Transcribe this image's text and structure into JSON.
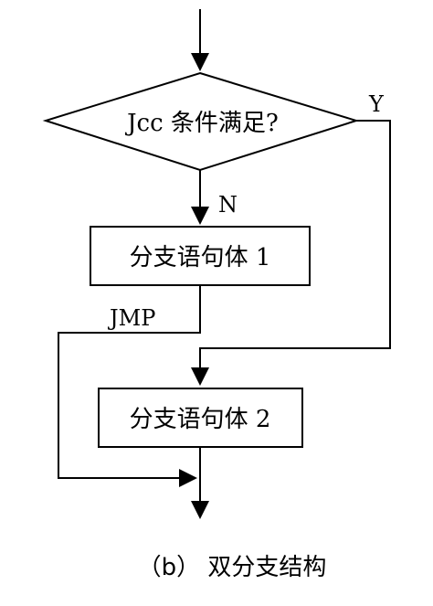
{
  "diagram": {
    "condition_label": "Jcc 条件满足?",
    "yes_label": "Y",
    "no_label": "N",
    "branch1_label": "分支语句体 1",
    "branch2_label": "分支语句体 2",
    "jump_label": "JMP",
    "caption": "（b） 双分支结构"
  }
}
